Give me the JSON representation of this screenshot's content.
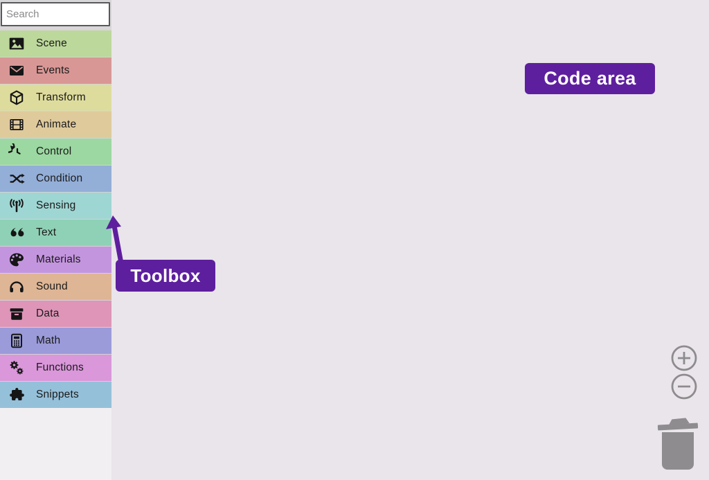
{
  "toolbox": {
    "search": {
      "placeholder": "Search"
    },
    "categories": [
      {
        "label": "Scene",
        "icon": "image-icon",
        "color": "#bcd89b"
      },
      {
        "label": "Events",
        "icon": "envelope-icon",
        "color": "#d89795"
      },
      {
        "label": "Transform",
        "icon": "cube-icon",
        "color": "#dedc9d"
      },
      {
        "label": "Animate",
        "icon": "film-icon",
        "color": "#dfca9c"
      },
      {
        "label": "Control",
        "icon": "history-icon",
        "color": "#9cd8a1"
      },
      {
        "label": "Condition",
        "icon": "shuffle-icon",
        "color": "#93aed7"
      },
      {
        "label": "Sensing",
        "icon": "antenna-icon",
        "color": "#9ed6d3"
      },
      {
        "label": "Text",
        "icon": "quotes-icon",
        "color": "#8fd1b6"
      },
      {
        "label": "Materials",
        "icon": "palette-icon",
        "color": "#c495df"
      },
      {
        "label": "Sound",
        "icon": "headphones-icon",
        "color": "#deb595"
      },
      {
        "label": "Data",
        "icon": "box-icon",
        "color": "#de95b8"
      },
      {
        "label": "Math",
        "icon": "calculator-icon",
        "color": "#9b9bda"
      },
      {
        "label": "Functions",
        "icon": "gears-icon",
        "color": "#da97da"
      },
      {
        "label": "Snippets",
        "icon": "puzzle-icon",
        "color": "#95c0da"
      }
    ]
  },
  "annotations": {
    "code_area_label": "Code area",
    "toolbox_label": "Toolbox",
    "badge_color": "#5e1f9e"
  },
  "controls": {
    "zoom_in_symbol": "+",
    "zoom_out_symbol": "−",
    "control_color": "#8d8b8e"
  }
}
